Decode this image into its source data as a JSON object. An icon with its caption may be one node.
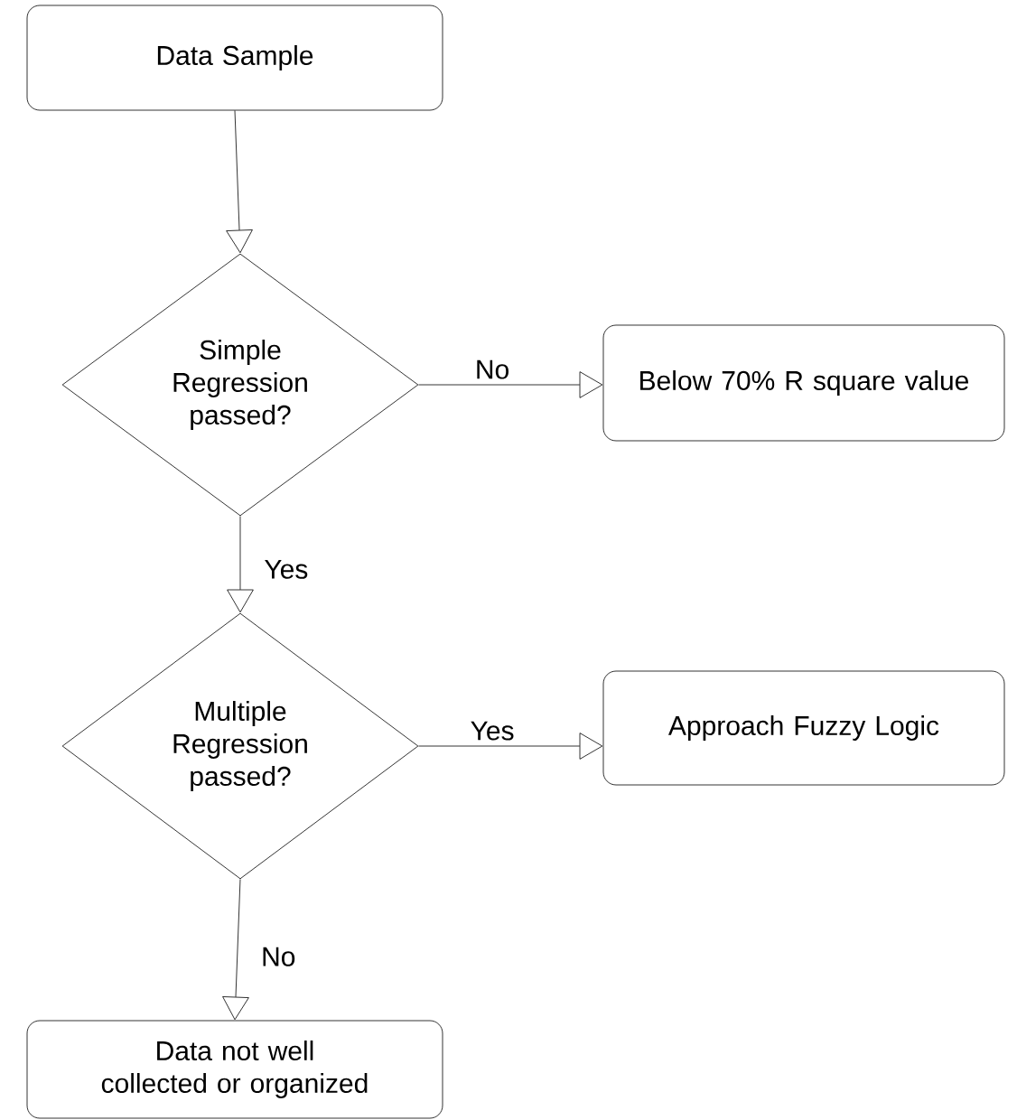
{
  "diagram": {
    "nodes": [
      {
        "text": [
          "Data Sample"
        ]
      },
      {
        "text": [
          "Simple Regression passed?"
        ]
      },
      {
        "text": [
          "Below 70% R square value"
        ]
      },
      {
        "text": [
          "Multiple Regression passed?"
        ]
      },
      {
        "text": [
          "Approach Fuzzy Logic"
        ]
      },
      {
        "text": [
          "Data not well collected or organized"
        ]
      }
    ],
    "edges": [
      {
        "from": 0,
        "to": 1,
        "arrow": "to"
      },
      {
        "from": 1,
        "to": 2,
        "arrow": "to",
        "label": "No"
      },
      {
        "from": 1,
        "to": 3,
        "arrow": "to",
        "label": "Yes"
      },
      {
        "from": 3,
        "to": 4,
        "arrow": "to",
        "label": "Yes"
      },
      {
        "from": 3,
        "to": 5,
        "arrow": "to",
        "label": "No"
      }
    ]
  }
}
